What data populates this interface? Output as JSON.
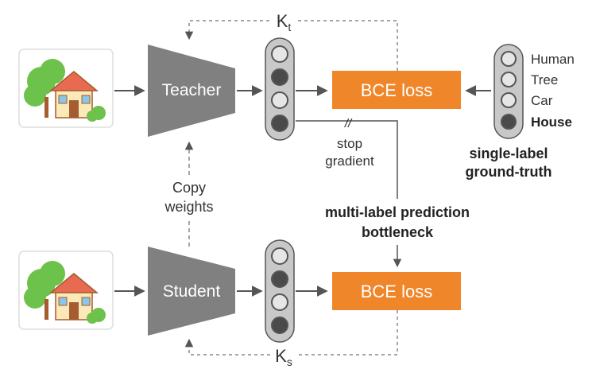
{
  "teacher": {
    "label": "Teacher"
  },
  "student": {
    "label": "Student"
  },
  "loss_top": {
    "label": "BCE loss"
  },
  "loss_bottom": {
    "label": "BCE loss"
  },
  "k_teacher": {
    "base": "K",
    "sub": "t"
  },
  "k_student": {
    "base": "K",
    "sub": "s"
  },
  "copy_weights": {
    "line1": "Copy",
    "line2": "weights"
  },
  "stop_gradient": {
    "mark": "//",
    "line1": "stop",
    "line2": "gradient"
  },
  "multi_label": {
    "line1": "multi-label prediction",
    "line2": "bottleneck"
  },
  "ground_truth": {
    "classes": [
      "Human",
      "Tree",
      "Car",
      "House"
    ],
    "selected_index": 3,
    "caption_line1": "single-label",
    "caption_line2": "ground-truth"
  },
  "colors": {
    "encoder": "#808080",
    "loss": "#f0862a",
    "node_fill": "#4a4a4a",
    "node_empty": "#e6e6e6",
    "column": "#c8c8c8",
    "arrow": "#555555",
    "roof": "#e86a50",
    "tree": "#6cc24a",
    "wall": "#fbe9b7",
    "door": "#a45c30"
  }
}
